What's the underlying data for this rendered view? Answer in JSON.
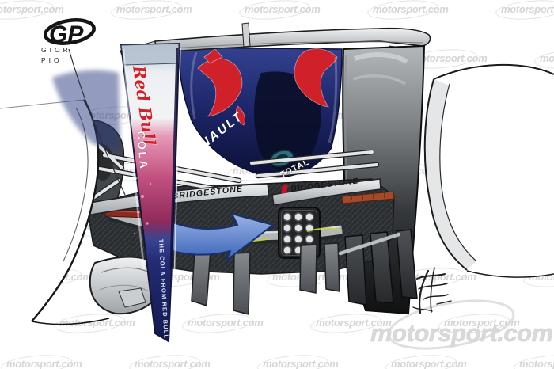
{
  "watermark": {
    "text": "motorsport.com"
  },
  "footer_logo": {
    "text": "motorsport.com"
  },
  "artist": {
    "monogram": "GP",
    "name_line1": "GIOR",
    "name_line2": "PIO"
  },
  "car": {
    "endplate_brand": "Red Bull",
    "endplate_product": "COLA",
    "endplate_slogan": "THE COLA FROM RED BULL",
    "engine_brand": "RENAULT",
    "fuel_brand": "TOTAL",
    "tyre_brand_left": "BRIDGESTONE",
    "tyre_brand_right": "BRIDGESTONE"
  },
  "colors": {
    "watermark_gray": "#d3d3d3",
    "footer_logo_gray": "#d9d9d9",
    "redbull_navy": "#1b2566",
    "redbull_navy_light": "#33418f",
    "redbull_red": "#d0202a",
    "cola_pink": "#c2507f",
    "cola_pink_light": "#e79ab8",
    "arrow_blue": "#3a63b8",
    "arrow_blue_light": "#9ab4e6",
    "highlight_yellow": "#c6d437",
    "carbon_dark": "#2b2e31",
    "silver": "#9fa3a7"
  }
}
